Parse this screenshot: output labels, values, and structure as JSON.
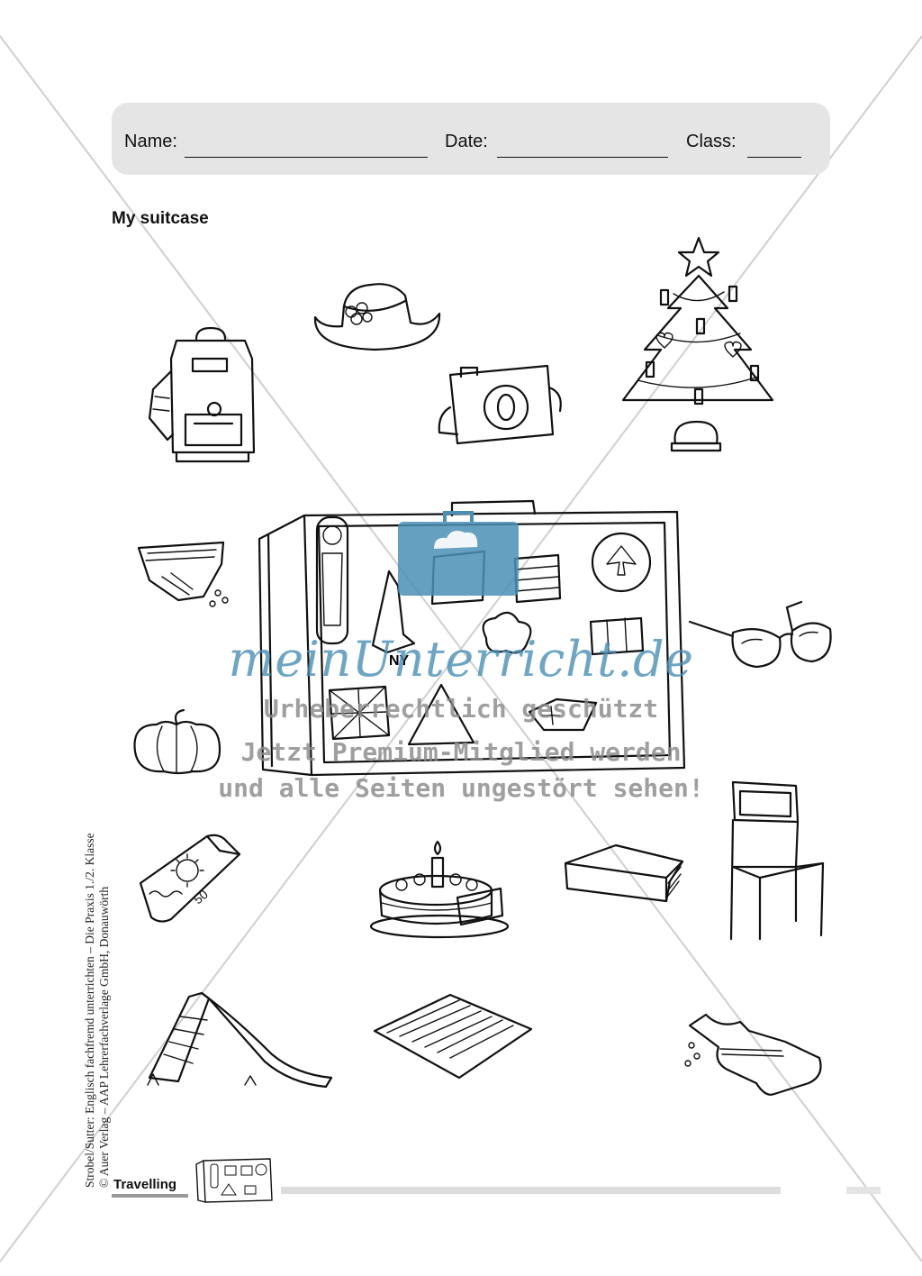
{
  "header": {
    "name_label": "Name:",
    "date_label": "Date:",
    "class_label": "Class:"
  },
  "title": "My suitcase",
  "pictures": [
    "backpack-icon",
    "hat-icon",
    "camera-icon",
    "christmas-tree-icon",
    "underpants-icon",
    "suitcase-icon",
    "sunglasses-icon",
    "pumpkin-icon",
    "chair-icon",
    "sunscreen-icon",
    "birthday-cake-icon",
    "book-icon",
    "slide-icon",
    "towel-icon",
    "swimsuit-icon"
  ],
  "sunscreen_label": "50",
  "suitcase_sticker_label": "NY",
  "side_credit": {
    "line1": "Strobel/Sutter: Englisch fachfremd unterrichten – Die Praxis 1./2. Klasse",
    "line2": "© Auer Verlag – AAP Lehrerfachverlage GmbH, Donauwörth"
  },
  "footer": {
    "section_label": "Travelling"
  },
  "watermark": {
    "logo": "meinUnterricht.de",
    "line1": "Urheberrechtlich geschützt",
    "line2": "Jetzt Premium-Mitglied werden",
    "line3": "und alle Seiten ungestört sehen!"
  },
  "colors": {
    "header_background": "#e5e5e5",
    "watermark_blue": "#4b8fb5",
    "watermark_gray": "#8a8a8a"
  }
}
